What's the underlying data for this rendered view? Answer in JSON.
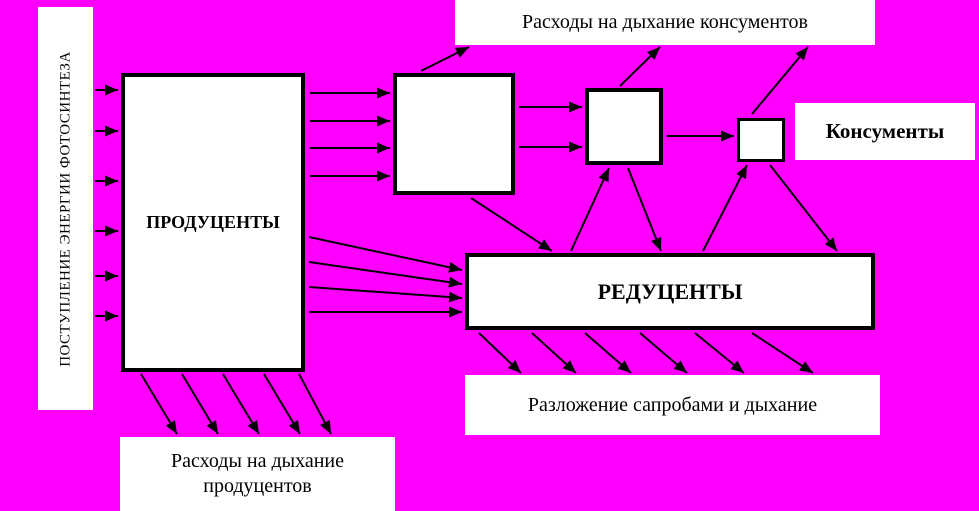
{
  "colors": {
    "background": "#FF00FF",
    "box_fill": "#FFFFFF",
    "line": "#000000"
  },
  "diagram": {
    "energy_input_label": "ПОСТУПЛЕНИЕ ЭНЕРГИИ ФОТОСИНТЕЗА",
    "producers_label": "ПРОДУЦЕНТЫ",
    "consumers_respiration_label": "Расходы на дыхание консументов",
    "consumers_caption": "Консументы",
    "reducers_label": "РЕДУЦЕНТЫ",
    "decomposition_label": "Разложение сапробами и дыхание",
    "producers_respiration_label": "Расходы на дыхание продуцентов"
  }
}
